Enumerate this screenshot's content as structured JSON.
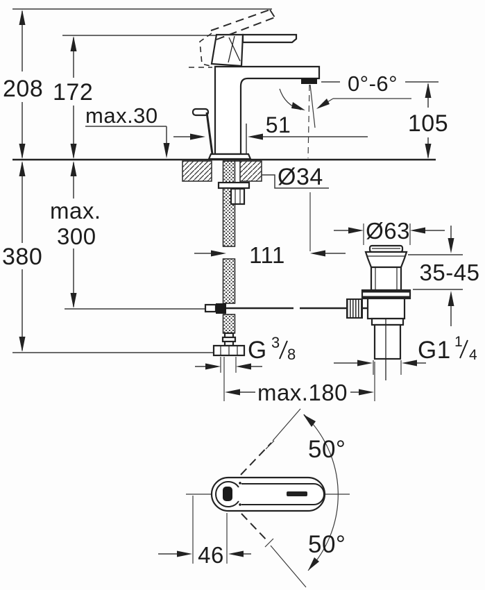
{
  "drawing": {
    "type": "technical-dimension-drawing",
    "subject": "single-lever basin mixer faucet with pop-up waste, front view and top view",
    "dimensions": {
      "total_height": "208",
      "lever_height": "172",
      "deck_max": "max.30",
      "spout_offset": "51",
      "aerator_tilt_range": "0°-6°",
      "outlet_height": "105",
      "hole_diameter": "Ø34",
      "hose_depth_word": "max.",
      "hose_depth_value": "300",
      "total_depth": "380",
      "spout_projection": "111",
      "waste_flange_diameter": "Ø63",
      "deck_thickness_range": "35-45",
      "rod_span_max": "max.180",
      "swivel_upper": "50°",
      "swivel_lower": "50°",
      "handle_pivot_offset": "46",
      "supply_thread": {
        "prefix": "G",
        "numerator": "3",
        "denominator": "8"
      },
      "waste_thread": {
        "prefix": "G1",
        "numerator": "1",
        "denominator": "4"
      }
    },
    "colors": {
      "line": "#222222",
      "dimension_line": "#3a3a3a",
      "background": "#fdfdfd"
    }
  }
}
